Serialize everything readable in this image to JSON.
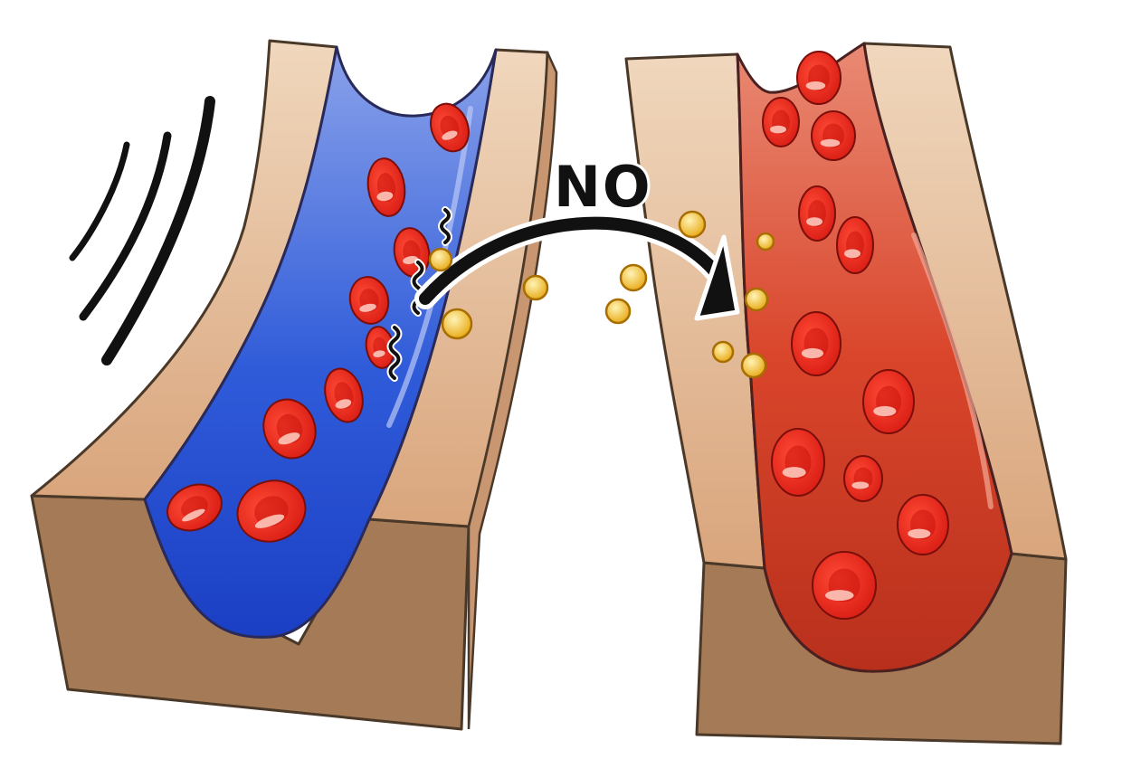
{
  "labels": {
    "arrow_label": "NO"
  },
  "vessels": [
    {
      "name": "left-vein",
      "state": "constricted",
      "blood_color": "blue"
    },
    {
      "name": "right-artery",
      "state": "dilated",
      "blood_color": "red"
    }
  ],
  "colors": {
    "vessel_wall_top": "#eccfb0",
    "vessel_wall_side": "#a57a57",
    "blue_blood": "#2a55d8",
    "red_blood": "#d93a22",
    "blood_cell": "#e8221a",
    "no_molecule": "#f1b419",
    "outline": "#4a3828"
  },
  "icons": [
    "vibration-lines-icon",
    "curved-arrow-icon",
    "wavy-signal-icon"
  ]
}
